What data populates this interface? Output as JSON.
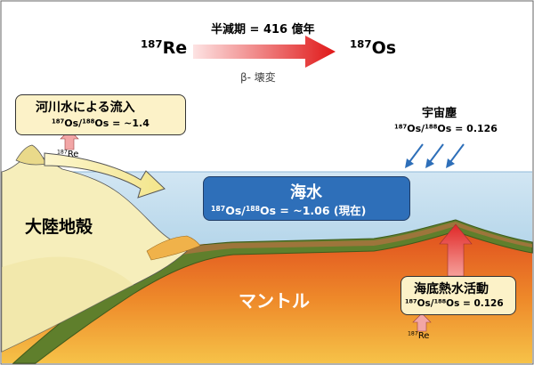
{
  "decay": {
    "parent": "Re",
    "parent_mass": "187",
    "daughter": "Os",
    "daughter_mass": "187",
    "half_life": "半減期 = 416 億年",
    "process": "β- 壊変"
  },
  "river": {
    "title": "河川水による流入",
    "ratio_prefix_mass": "187",
    "ratio_mid_mass": "188",
    "ratio_text_a": "Os/",
    "ratio_text_b": "Os = ~1.4",
    "source_mass": "187",
    "source": "Re"
  },
  "dust": {
    "title": "宇宙塵",
    "ratio_prefix_mass": "187",
    "ratio_mid_mass": "188",
    "ratio_text_a": "Os/",
    "ratio_text_b": "Os = 0.126"
  },
  "seawater": {
    "title": "海水",
    "ratio_prefix_mass": "187",
    "ratio_mid_mass": "188",
    "ratio_text_a": "Os/",
    "ratio_text_b": "Os = ~1.06 (現在)"
  },
  "continent": {
    "label": "大陸地殻"
  },
  "mantle": {
    "label": "マントル"
  },
  "hydrothermal": {
    "title": "海底熱水活動",
    "ratio_prefix_mass": "187",
    "ratio_mid_mass": "188",
    "ratio_text_a": "Os/",
    "ratio_text_b": "Os = 0.126",
    "source_mass": "187",
    "source": "Re"
  },
  "colors": {
    "sea_box": "#2e6fb9",
    "note_box": "#fcf2c8",
    "arrow_red": "#e02020",
    "arrow_blue": "#2e6fb9",
    "pink_arrow": "#f2a6a6"
  }
}
